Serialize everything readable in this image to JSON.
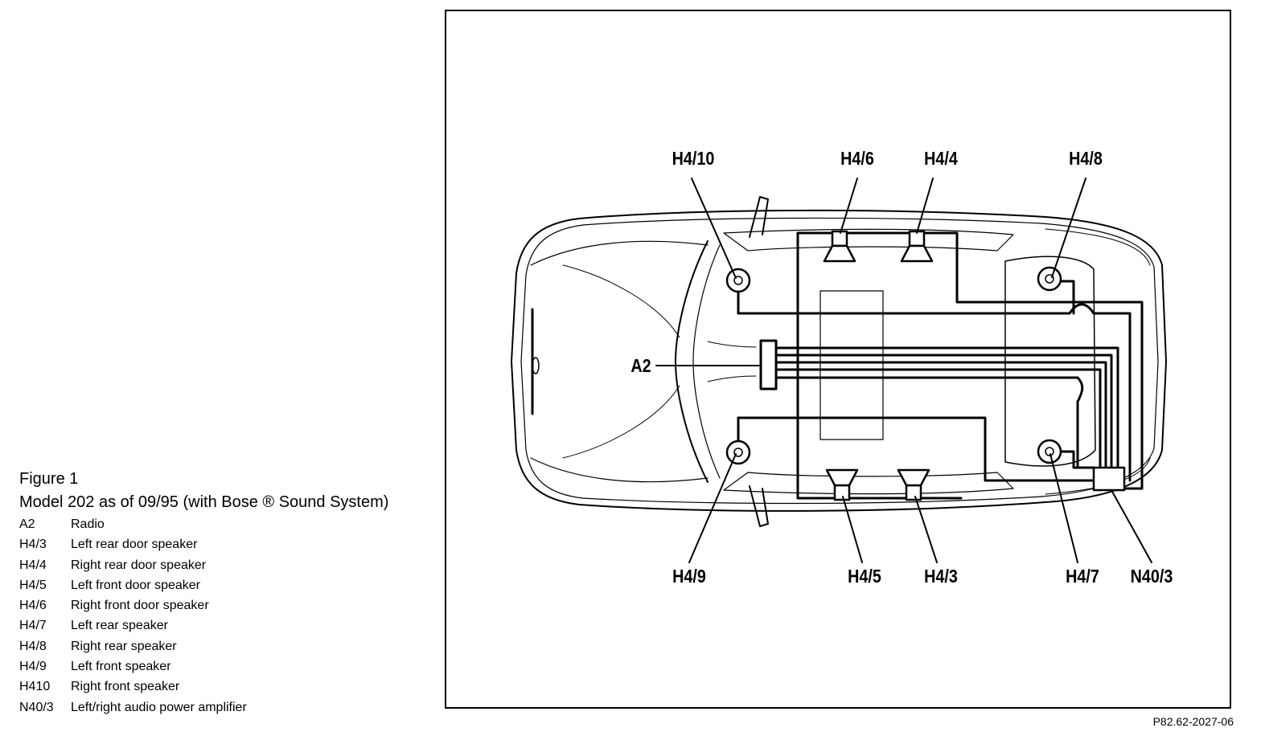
{
  "figure": {
    "title": "Figure 1",
    "subtitle": "Model 202 as of 09/95 (with Bose ® Sound System)"
  },
  "legend": [
    {
      "code": "A2",
      "desc": "Radio"
    },
    {
      "code": "H4/3",
      "desc": "Left rear door speaker"
    },
    {
      "code": "H4/4",
      "desc": "Right rear door speaker"
    },
    {
      "code": "H4/5",
      "desc": "Left front door speaker"
    },
    {
      "code": "H4/6",
      "desc": "Right front door speaker"
    },
    {
      "code": "H4/7",
      "desc": "Left rear speaker"
    },
    {
      "code": "H4/8",
      "desc": "Right rear speaker"
    },
    {
      "code": "H4/9",
      "desc": "Left front speaker"
    },
    {
      "code": "H410",
      "desc": "Right front speaker"
    },
    {
      "code": "N40/3",
      "desc": "Left/right audio power amplifier"
    }
  ],
  "callouts": {
    "h4_10": "H4/10",
    "h4_6": "H4/6",
    "h4_4": "H4/4",
    "h4_8": "H4/8",
    "a2": "A2",
    "h4_9": "H4/9",
    "h4_5": "H4/5",
    "h4_3": "H4/3",
    "h4_7": "H4/7",
    "n40_3": "N40/3"
  },
  "reference": "P82.62-2027-06"
}
